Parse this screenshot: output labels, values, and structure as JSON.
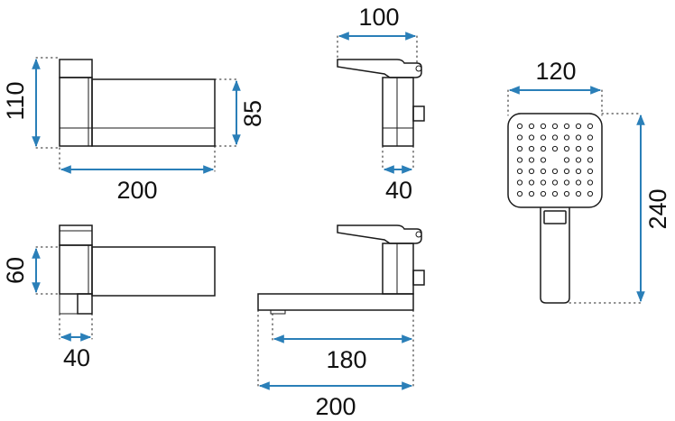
{
  "diagram": {
    "accent_color": "#2a7fb8",
    "dimension_unit": "mm",
    "views": {
      "front": {
        "height_label": "110",
        "body_height_label": "85",
        "width_label": "200"
      },
      "side": {
        "depth_label": "100",
        "lever_label": "40"
      },
      "handshower": {
        "width_label": "120",
        "height_label": "240"
      },
      "top": {
        "height_label": "60",
        "width_label": "40"
      },
      "spout": {
        "inner_length_label": "180",
        "total_length_label": "200"
      }
    }
  }
}
